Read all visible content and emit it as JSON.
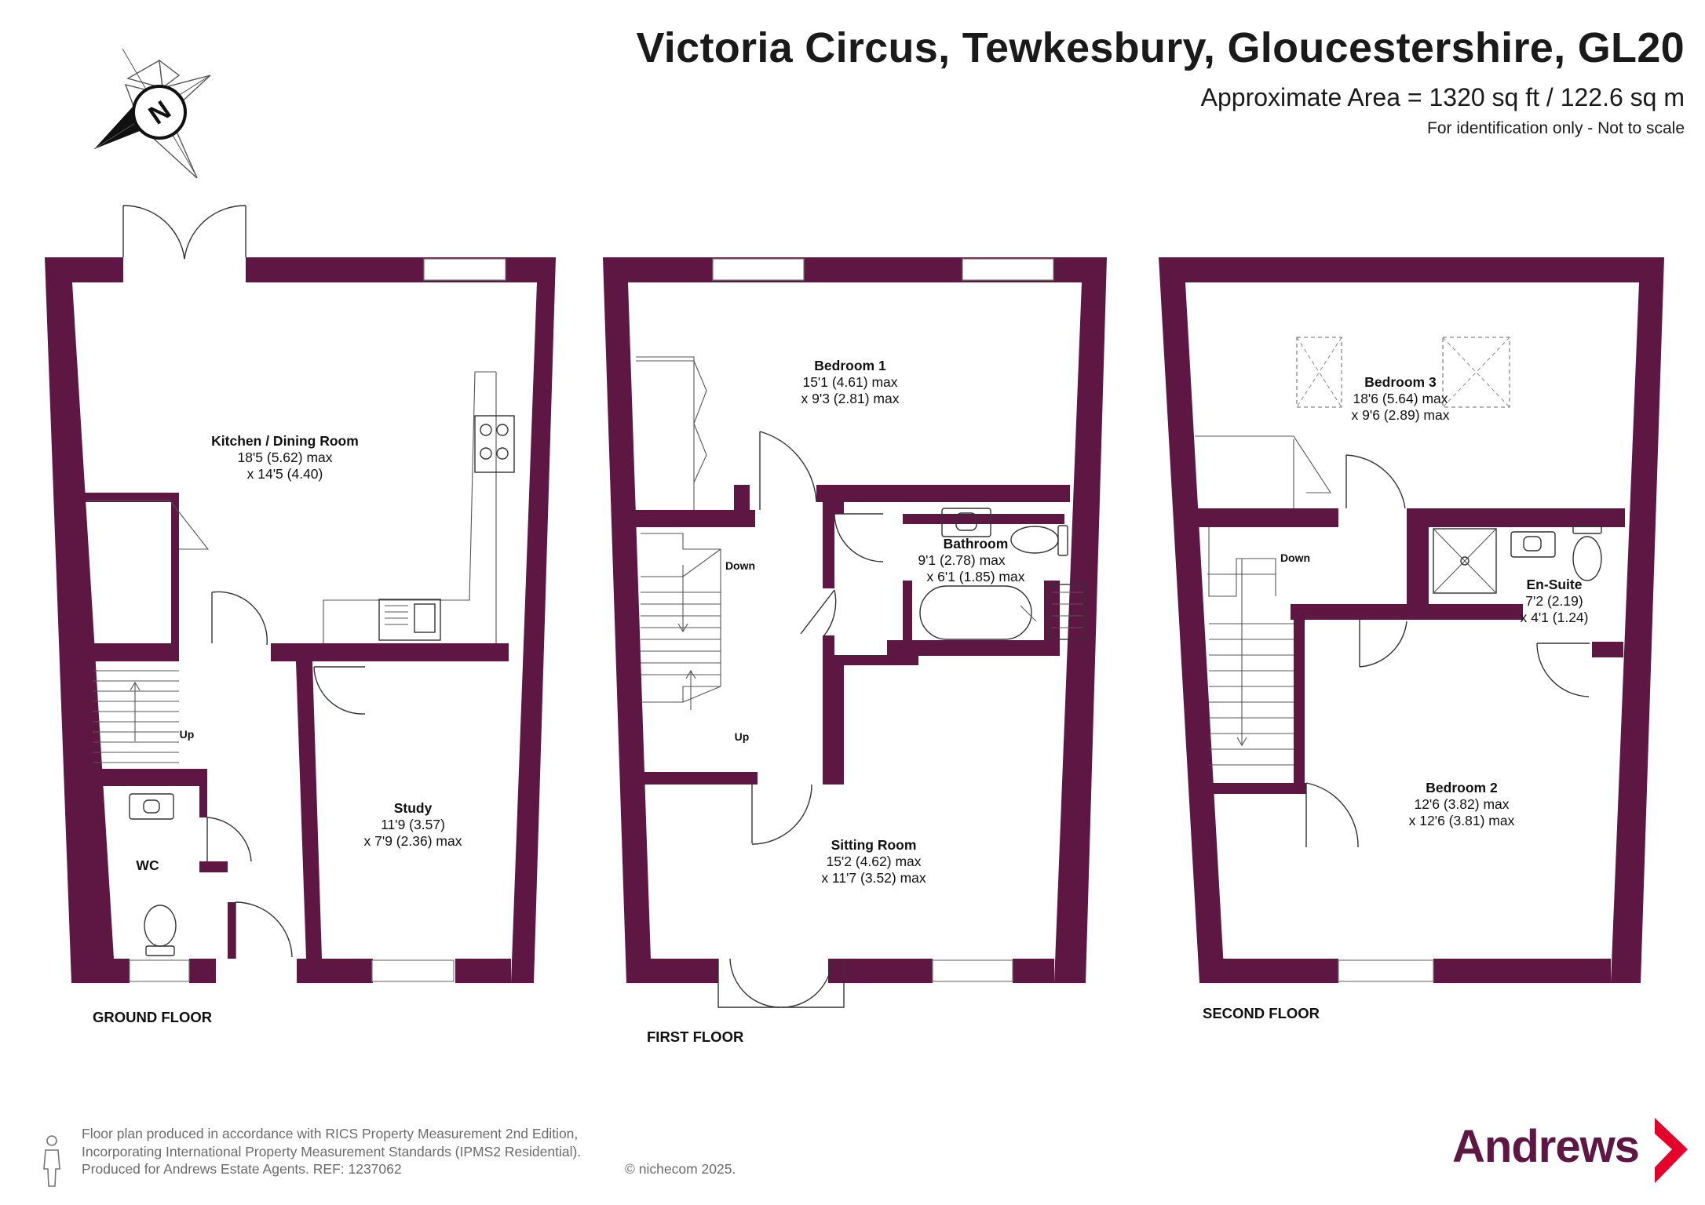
{
  "header": {
    "title": "Victoria Circus, Tewkesbury, Gloucestershire, GL20",
    "area": "Approximate Area = 1320 sq ft / 122.6 sq m",
    "note": "For identification only - Not to scale"
  },
  "compass": {
    "letter": "N"
  },
  "floors": {
    "ground": {
      "label": "GROUND FLOOR",
      "rooms": {
        "kitchen": {
          "name": "Kitchen / Dining Room",
          "dim1": "18'5 (5.62) max",
          "dim2": "x 14'5 (4.40)"
        },
        "study": {
          "name": "Study",
          "dim1": "11'9 (3.57)",
          "dim2": "x 7'9 (2.36) max"
        },
        "wc": {
          "name": "WC"
        }
      },
      "stairs": "Up"
    },
    "first": {
      "label": "FIRST FLOOR",
      "rooms": {
        "bedroom1": {
          "name": "Bedroom 1",
          "dim1": "15'1 (4.61) max",
          "dim2": "x 9'3 (2.81) max"
        },
        "bathroom": {
          "name": "Bathroom",
          "dim1": "9'1 (2.78) max",
          "dim2": "x 6'1 (1.85) max"
        },
        "sitting": {
          "name": "Sitting Room",
          "dim1": "15'2 (4.62) max",
          "dim2": "x 11'7 (3.52) max"
        }
      },
      "stairs_down": "Down",
      "stairs_up": "Up"
    },
    "second": {
      "label": "SECOND FLOOR",
      "rooms": {
        "bedroom3": {
          "name": "Bedroom 3",
          "dim1": "18'6 (5.64) max",
          "dim2": "x 9'6 (2.89) max"
        },
        "ensuite": {
          "name": "En-Suite",
          "dim1": "7'2 (2.19)",
          "dim2": "x 4'1 (1.24)"
        },
        "bedroom2": {
          "name": "Bedroom 2",
          "dim1": "12'6 (3.82) max",
          "dim2": "x 12'6 (3.81) max"
        }
      },
      "stairs_down": "Down"
    }
  },
  "footer": {
    "line1": "Floor plan produced in accordance with RICS Property Measurement 2nd Edition,",
    "line2": "Incorporating International Property Measurement Standards (IPMS2 Residential).",
    "line3": "Produced for Andrews Estate Agents.   REF: 1237062",
    "copyright": "© nichecom 2025."
  },
  "brand": {
    "name": "Andrews",
    "color": "#5e1643",
    "accent": "#e4002b"
  },
  "colors": {
    "wall": "#5e1643"
  }
}
